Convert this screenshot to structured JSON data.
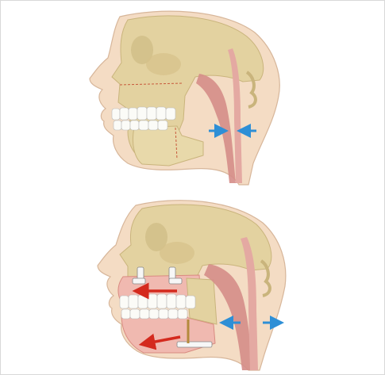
{
  "figure": {
    "panels": [
      {
        "id": "before",
        "airway_arrows": {
          "direction": "inward",
          "color": "#2e8fd6"
        }
      },
      {
        "id": "after",
        "advancement_arrows": {
          "count": 2,
          "direction": "forward",
          "color": "#d42a1e"
        },
        "airway_arrows": {
          "direction": "outward",
          "color": "#2e8fd6"
        },
        "fixation_plates": true
      }
    ],
    "colors": {
      "skin": "#f4dcc4",
      "bone": "#e3d2a0",
      "bone_shadow": "#c9b47c",
      "airway": "#d58d88",
      "highlighted_jaw": "#f0b9b0",
      "teeth": "#fbfbf7",
      "osteotomy_line": "#c85a3c",
      "plate": "#f7f7f7",
      "background": "#ffffff",
      "frame": "#d9d9d9"
    }
  }
}
